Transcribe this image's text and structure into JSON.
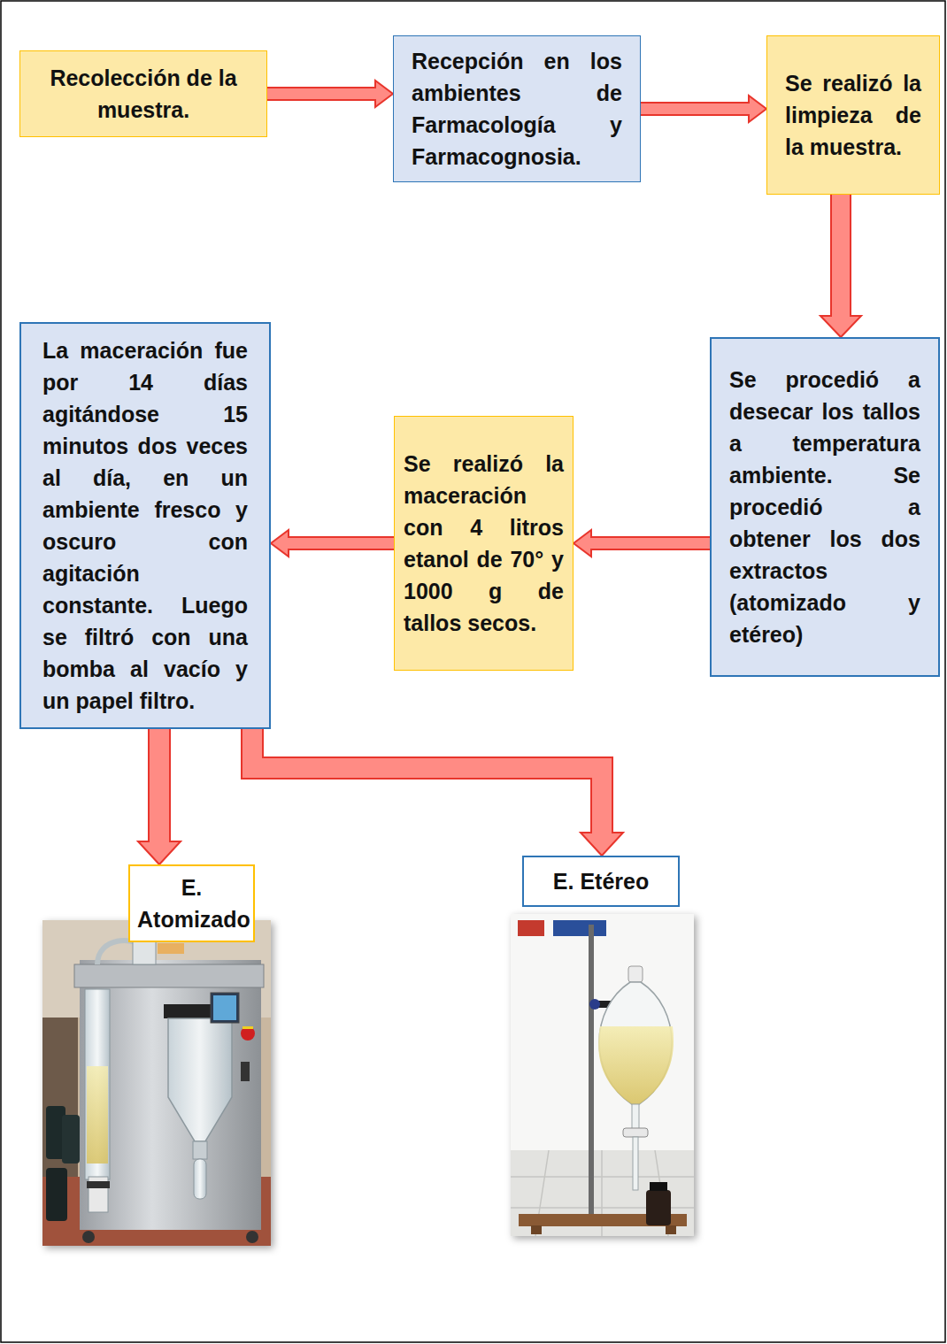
{
  "diagram": {
    "nodes": [
      {
        "text": [
          "Recolección de la muestra."
        ]
      },
      {
        "text": [
          "Recepción en los ambientes de Farmacología y Farmacognosia."
        ]
      },
      {
        "text": [
          "Se realizó la limpieza de la muestra."
        ]
      },
      {
        "text": [
          "Se procedió a desecar los tallos a temperatura ambiente. Se procedió a obtener los dos extractos (atomizado y etéreo)"
        ]
      },
      {
        "text": [
          "Se realizó la maceración con 4 litros etanol de 70° y 1000 g de tallos secos."
        ]
      },
      {
        "text": [
          "La maceración fue por 14 días agitándose 15 minutos dos veces al día, en un ambiente fresco y oscuro con agitación constante. Luego se filtró con una bomba al vacío y un papel filtro."
        ]
      },
      {
        "text": [
          "E. Atomizado"
        ]
      },
      {
        "text": [
          "E. Etéreo"
        ]
      }
    ],
    "edges": [
      {
        "from": 0,
        "to": 1,
        "arrow": "to"
      },
      {
        "from": 1,
        "to": 2,
        "arrow": "to"
      },
      {
        "from": 2,
        "to": 3,
        "arrow": "to"
      },
      {
        "from": 3,
        "to": 4,
        "arrow": "to"
      },
      {
        "from": 4,
        "to": 5,
        "arrow": "to"
      },
      {
        "from": 5,
        "to": 6,
        "arrow": "to"
      },
      {
        "from": 5,
        "to": 7,
        "arrow": "to"
      }
    ]
  }
}
